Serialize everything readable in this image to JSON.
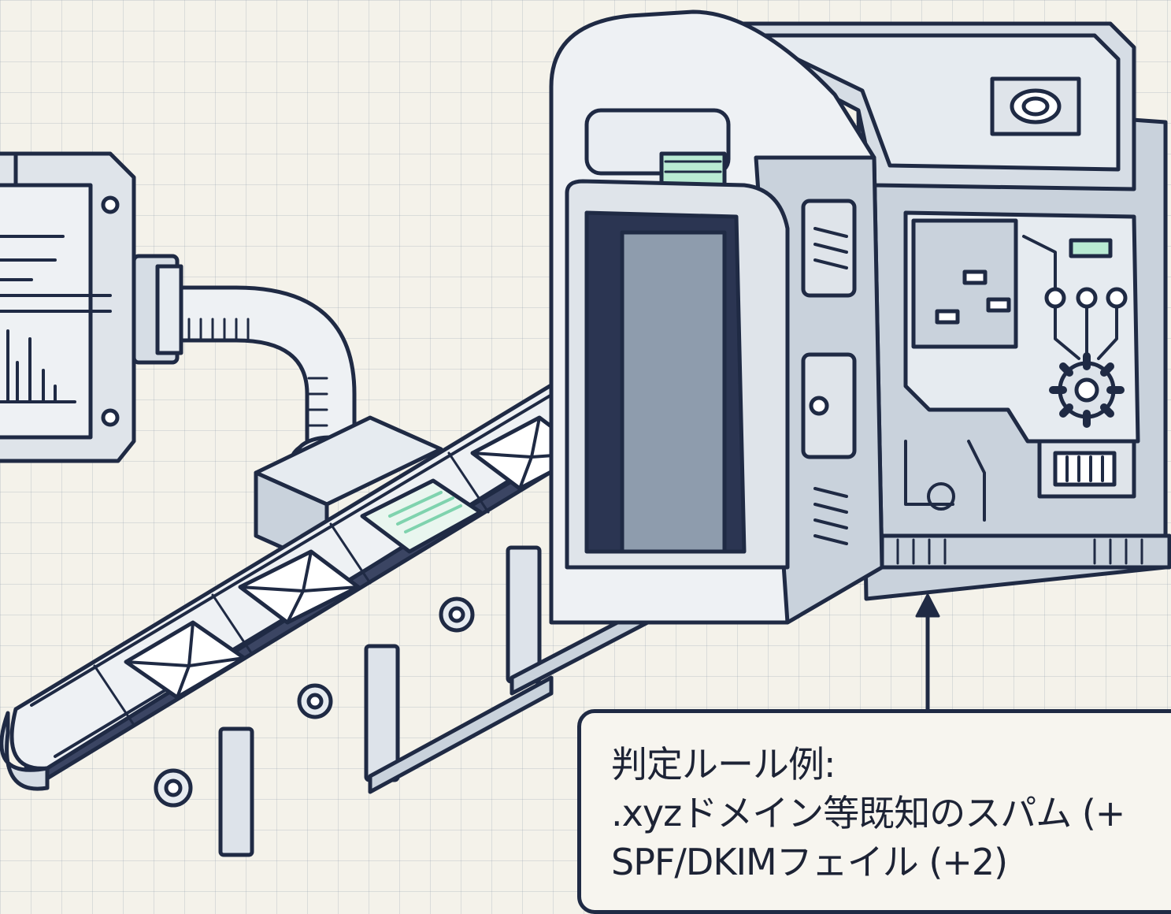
{
  "callout": {
    "title": "判定ルール例:",
    "rules": [
      ".xyzドメイン等既知のスパム (+",
      "SPF/DKIMフェイル (+2)"
    ]
  },
  "colors": {
    "outline": "#1f2a44",
    "panel_light": "#e9edf2",
    "panel_mid": "#c9d2dc",
    "panel_dark": "#8e9cad",
    "accent_green": "#9fe0c4"
  },
  "icons": [
    "monitor-icon",
    "pipe-icon",
    "conveyor-belt-icon",
    "envelope-icon",
    "scanner-machine-icon",
    "circuit-board-icon",
    "gear-icon",
    "arrow-up-icon"
  ]
}
